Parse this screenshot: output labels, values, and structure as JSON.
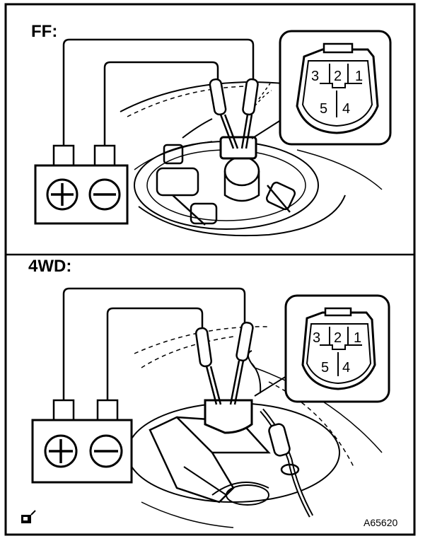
{
  "sections": [
    {
      "label": "FF:",
      "pins_top": [
        "3",
        "2",
        "1"
      ],
      "pins_bottom": [
        "5",
        "4"
      ]
    },
    {
      "label": "4WD:",
      "pins_top": [
        "3",
        "2",
        "1"
      ],
      "pins_bottom": [
        "5",
        "4"
      ]
    }
  ],
  "figure_code": "A65620",
  "colors": {
    "ink": "#000000",
    "paper": "#ffffff"
  }
}
